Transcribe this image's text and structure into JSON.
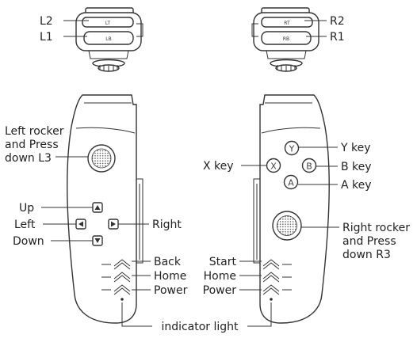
{
  "colors": {
    "line": "#333333",
    "text": "#222222",
    "background": "#ffffff"
  },
  "shoulder_left": {
    "top_button_text": "LT",
    "bottom_button_text": "LB"
  },
  "shoulder_right": {
    "top_button_text": "RT",
    "bottom_button_text": "RB"
  },
  "face_buttons": {
    "y": "Y",
    "x": "X",
    "b": "B",
    "a": "A"
  },
  "labels": {
    "l2": "L2",
    "l1": "L1",
    "r2": "R2",
    "r1": "R1",
    "left_rocker": [
      "Left rocker",
      "and Press",
      "down L3"
    ],
    "x_key": "X key",
    "y_key": "Y key",
    "b_key": "B key",
    "a_key": "A key",
    "up": "Up",
    "left": "Left",
    "down": "Down",
    "right": "Right",
    "right_rocker": [
      "Right rocker",
      "and Press",
      "down R3"
    ],
    "back": "Back",
    "home_left": "Home",
    "power_left": "Power",
    "start": "Start",
    "home_right": "Home",
    "power_right": "Power",
    "indicator_light": "indicator light"
  }
}
